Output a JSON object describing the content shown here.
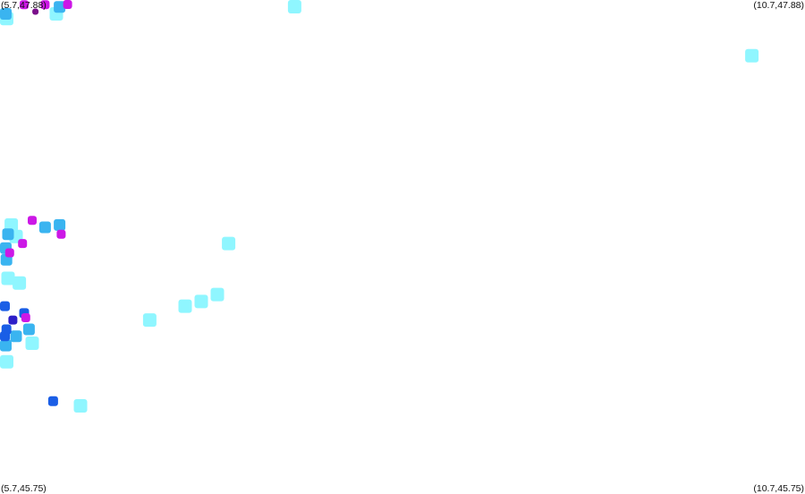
{
  "map": {
    "bounds": {
      "lon_min": 5.7,
      "lon_max": 10.7,
      "lat_min": 45.75,
      "lat_max": 47.88
    },
    "corner_labels": {
      "top_left": "(5.7,47.88)",
      "top_right": "(10.7,47.88)",
      "bottom_left": "(5.7,45.75)",
      "bottom_right": "(10.7,45.75)"
    },
    "palette": {
      "light": "#8ff6ff",
      "mid": "#3ab4f0",
      "strong": "#1a5ee6",
      "heavy": "#2d1ec8",
      "very_heavy": "#cc18e6",
      "extreme": "#7a0f8a"
    },
    "cells": [
      {
        "lon": 5.85,
        "lat": 47.86,
        "level": "very_heavy"
      },
      {
        "lon": 5.98,
        "lat": 47.86,
        "level": "very_heavy"
      },
      {
        "lon": 5.92,
        "lat": 47.83,
        "level": "extreme"
      },
      {
        "lon": 6.12,
        "lat": 47.87,
        "level": "very_heavy"
      },
      {
        "lon": 5.72,
        "lat": 47.82,
        "level": "mid"
      },
      {
        "lon": 5.7,
        "lat": 47.8,
        "level": "light"
      },
      {
        "lon": 6.07,
        "lat": 47.85,
        "level": "mid"
      },
      {
        "lon": 6.05,
        "lat": 47.82,
        "level": "light"
      },
      {
        "lon": 7.53,
        "lat": 47.88,
        "level": "light"
      },
      {
        "lon": 10.37,
        "lat": 47.64,
        "level": "light"
      },
      {
        "lon": 5.77,
        "lat": 46.91,
        "level": "light"
      },
      {
        "lon": 5.9,
        "lat": 46.93,
        "level": "very_heavy"
      },
      {
        "lon": 5.84,
        "lat": 46.83,
        "level": "very_heavy"
      },
      {
        "lon": 5.75,
        "lat": 46.87,
        "level": "mid"
      },
      {
        "lon": 5.98,
        "lat": 46.9,
        "level": "mid"
      },
      {
        "lon": 6.08,
        "lat": 46.87,
        "level": "very_heavy"
      },
      {
        "lon": 6.07,
        "lat": 46.91,
        "level": "mid"
      },
      {
        "lon": 5.76,
        "lat": 46.79,
        "level": "very_heavy"
      },
      {
        "lon": 5.71,
        "lat": 46.81,
        "level": "mid"
      },
      {
        "lon": 5.74,
        "lat": 46.76,
        "level": "mid"
      },
      {
        "lon": 5.8,
        "lat": 46.86,
        "level": "light"
      },
      {
        "lon": 5.82,
        "lat": 46.66,
        "level": "light"
      },
      {
        "lon": 5.75,
        "lat": 46.68,
        "level": "light"
      },
      {
        "lon": 7.12,
        "lat": 46.83,
        "level": "light"
      },
      {
        "lon": 5.72,
        "lat": 46.56,
        "level": "strong"
      },
      {
        "lon": 5.85,
        "lat": 46.53,
        "level": "strong"
      },
      {
        "lon": 5.78,
        "lat": 46.5,
        "level": "heavy"
      },
      {
        "lon": 5.86,
        "lat": 46.51,
        "level": "very_heavy"
      },
      {
        "lon": 5.74,
        "lat": 46.46,
        "level": "strong"
      },
      {
        "lon": 5.8,
        "lat": 46.43,
        "level": "mid"
      },
      {
        "lon": 5.71,
        "lat": 46.43,
        "level": "strong"
      },
      {
        "lon": 5.88,
        "lat": 46.46,
        "level": "mid"
      },
      {
        "lon": 5.7,
        "lat": 46.39,
        "level": "mid"
      },
      {
        "lon": 5.9,
        "lat": 46.4,
        "level": "light"
      },
      {
        "lon": 5.72,
        "lat": 46.32,
        "level": "light"
      },
      {
        "lon": 6.03,
        "lat": 46.15,
        "level": "strong"
      },
      {
        "lon": 6.2,
        "lat": 46.13,
        "level": "light"
      },
      {
        "lon": 6.63,
        "lat": 46.5,
        "level": "light"
      },
      {
        "lon": 6.95,
        "lat": 46.58,
        "level": "light"
      },
      {
        "lon": 7.05,
        "lat": 46.61,
        "level": "light"
      },
      {
        "lon": 6.85,
        "lat": 46.56,
        "level": "light"
      }
    ]
  }
}
